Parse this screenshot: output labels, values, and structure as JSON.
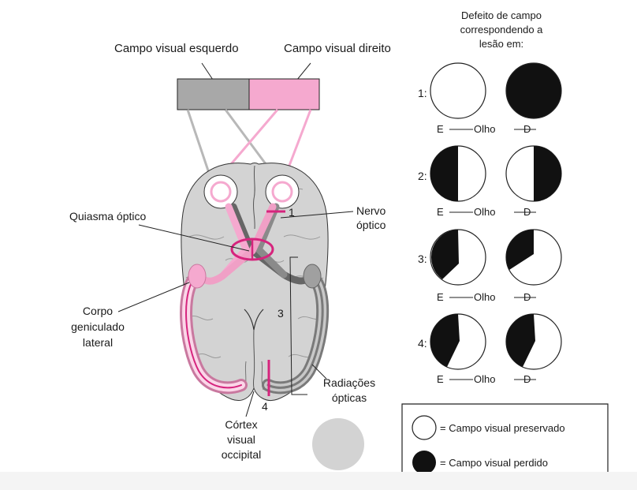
{
  "visual_fields": {
    "left_label": "Campo visual esquerdo",
    "right_label": "Campo visual direito"
  },
  "brain_labels": {
    "chiasm": "Quiasma óptico",
    "optic_nerve_line1": "Nervo",
    "optic_nerve_line2": "óptico",
    "lgn_line1": "Corpo",
    "lgn_line2": "geniculado",
    "lgn_line3": "lateral",
    "radiations_line1": "Radiações",
    "radiations_line2": "ópticas",
    "cortex_line1": "Córtex",
    "cortex_line2": "visual",
    "cortex_line3": "occipital"
  },
  "lesion_numbers": [
    "1",
    "3",
    "4"
  ],
  "defects": {
    "title_line1": "Defeito de campo",
    "title_line2": "correspondendo a",
    "title_line3": "lesão em:",
    "rows": [
      {
        "number": "1:",
        "left_eye": "E",
        "eye_word": "Olho",
        "right_eye": "D"
      },
      {
        "number": "2:",
        "left_eye": "E",
        "eye_word": "Olho",
        "right_eye": "D"
      },
      {
        "number": "3:",
        "left_eye": "E",
        "eye_word": "Olho",
        "right_eye": "D"
      },
      {
        "number": "4:",
        "left_eye": "E",
        "eye_word": "Olho",
        "right_eye": "D"
      }
    ]
  },
  "legend": {
    "preserved": "= Campo visual preservado",
    "lost": "= Campo visual perdido"
  },
  "colors": {
    "pink": "#f5a9cf",
    "magenta": "#d6247d",
    "grey_brain": "#d3d3d3",
    "grey_field": "#a8a8a8",
    "black": "#111111"
  }
}
